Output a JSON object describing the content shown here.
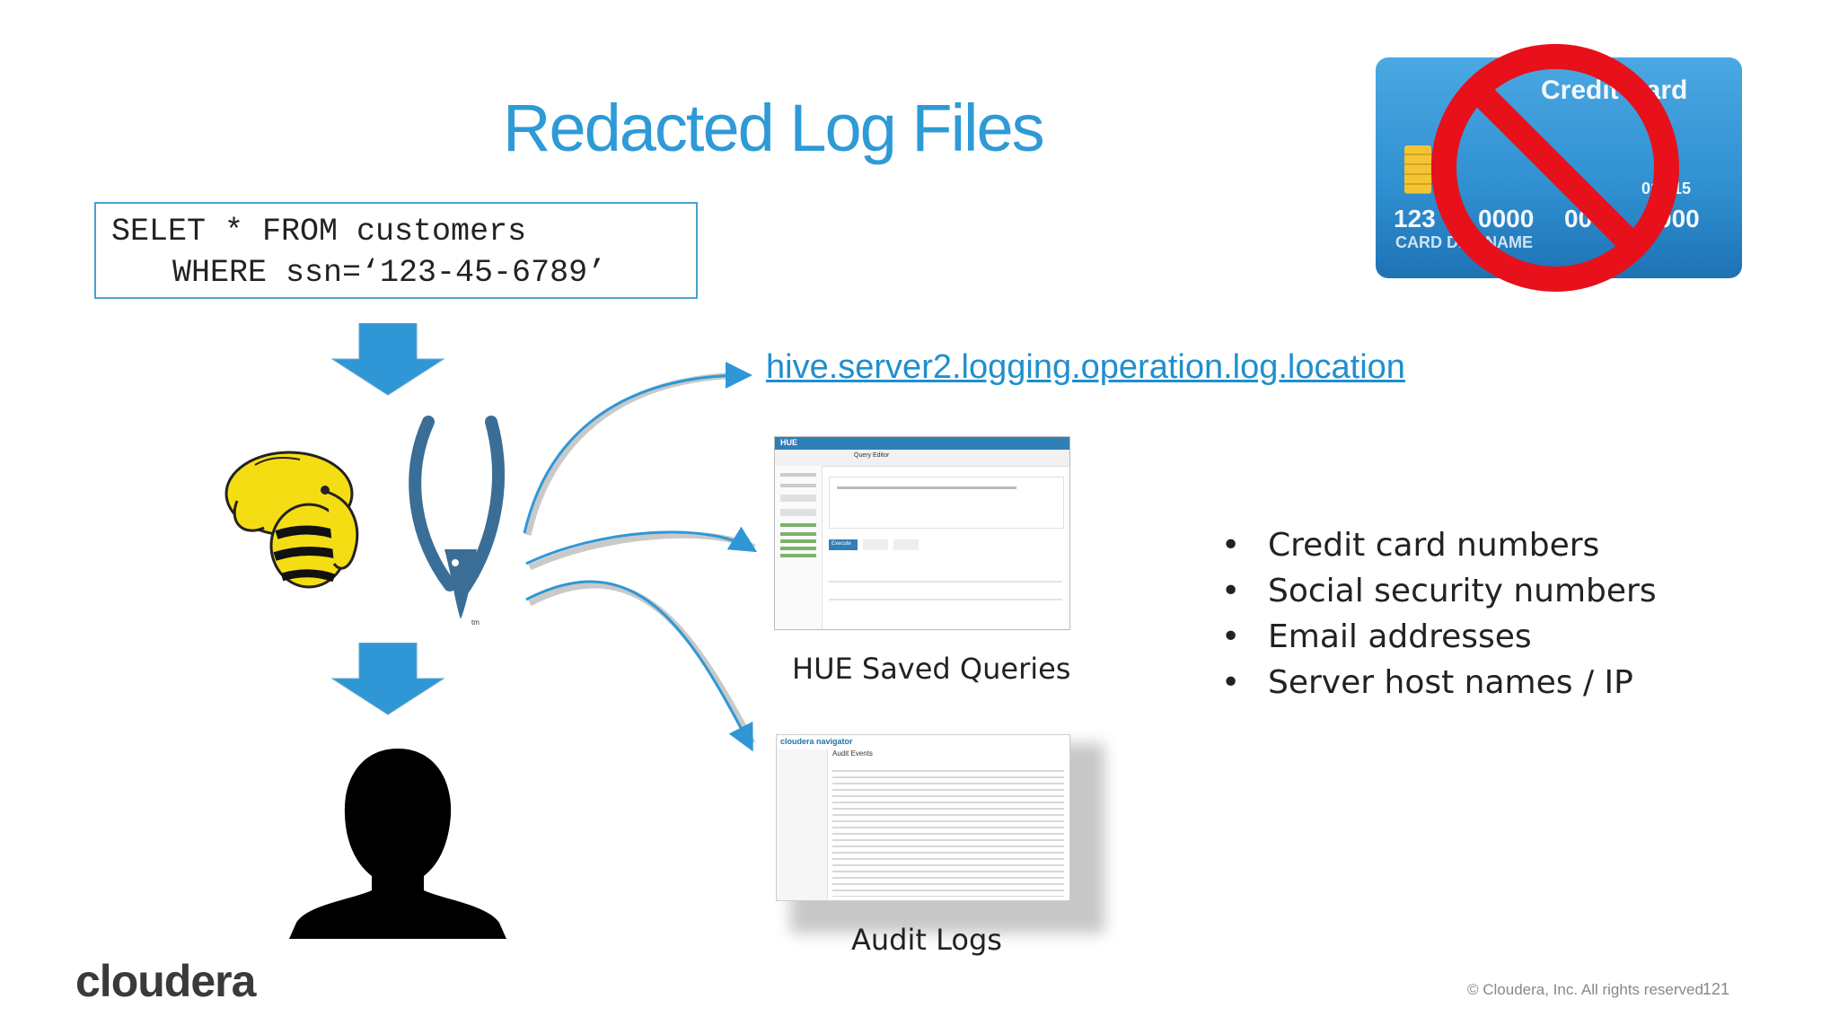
{
  "slide": {
    "title": "Redacted Log Files",
    "sql": {
      "line1": "SELET * FROM customers",
      "line2": "WHERE ssn=‘123-45-6789’"
    },
    "hive_link": "hive.server2.logging.operation.log.location",
    "hue_caption": "HUE Saved Queries",
    "audit_caption": "Audit Logs",
    "bullets": [
      "Credit card numbers",
      "Social security numbers",
      "Email addresses",
      "Server host names / IP"
    ],
    "logo": "cloudera",
    "copyright": "© Cloudera, Inc. All rights reserved.",
    "page_number": "121"
  },
  "credit_card": {
    "brand": "Credit Card",
    "number_part1": "123",
    "number_part2": "0000",
    "number_part3": "00",
    "number_part4": "000",
    "expiry": "01 015",
    "holder": "CARD DER NAME"
  },
  "hue_thumbnail": {
    "brand": "HUE",
    "tab": "Query Editor",
    "execute_label": "Execute"
  },
  "audit_thumbnail": {
    "brand": "cloudera navigator",
    "heading": "Audit Events"
  },
  "colors": {
    "title": "#2e9ad6",
    "arrow": "#2f97d6",
    "link": "#1f8fce",
    "prohibit": "#e8101a",
    "card": "#2f8fd0"
  },
  "icons": {
    "hadoop": "hadoop-elephant-icon",
    "impala": "impala-antelope-icon",
    "user": "user-silhouette-icon",
    "no_sign": "prohibited-icon"
  }
}
